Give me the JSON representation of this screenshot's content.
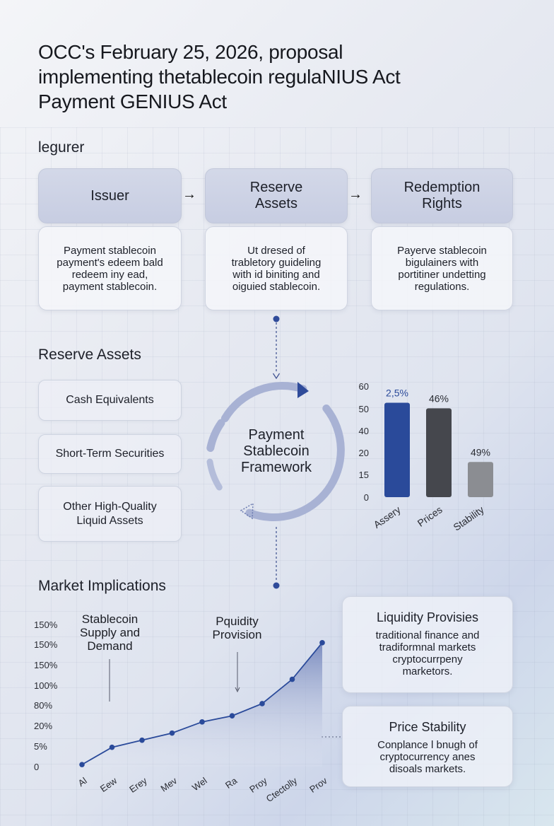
{
  "title_lines": [
    "OCC's February 25, 2026, proposal",
    "implementing thetablecoin regulaNIUS Act",
    "Payment GENIUS Act"
  ],
  "flow": {
    "label": "legurer",
    "headers": [
      {
        "lines": [
          "Issuer"
        ]
      },
      {
        "lines": [
          "Reserve",
          "Assets"
        ]
      },
      {
        "lines": [
          "Redemption",
          "Rights"
        ]
      }
    ],
    "descriptions": [
      {
        "lines": [
          "Payment stablecoin",
          "payment's edeem bald",
          "redeem iny ead,",
          "payment stablecoin."
        ]
      },
      {
        "lines": [
          "Ut dresed of",
          "trabletory guideling",
          "with id biniting and",
          "oiguied stablecoin."
        ]
      },
      {
        "lines": [
          "Payerve stablecoin",
          "bigulainers with",
          "portitiner undetting",
          "regulations."
        ]
      }
    ],
    "arrow_glyph": "→"
  },
  "reserve": {
    "label": "Reserve Assets",
    "items": [
      {
        "lines": [
          "Cash Equivalents"
        ]
      },
      {
        "lines": [
          "Short-Term Securities"
        ]
      },
      {
        "lines": [
          "Other High-Quality",
          "Liquid Assets"
        ]
      }
    ]
  },
  "framework": {
    "lines": [
      "Payment",
      "Stablecoin",
      "Framework"
    ],
    "colors": {
      "ring": "#a8b2d4",
      "arrowhead": "#2f4b9a"
    }
  },
  "market": {
    "label": "Market Implications",
    "annotations": [
      {
        "lines": [
          "Stablecoin",
          "Supply and",
          "Demand"
        ]
      },
      {
        "lines": [
          "Pquidity",
          "Provision"
        ]
      }
    ]
  },
  "info_boxes": [
    {
      "title": "Liquidity Provisies",
      "lines": [
        "traditional finance and",
        "tradiformnal markets",
        "cryptocurrpeny",
        "marketors."
      ]
    },
    {
      "title": "Price Stability",
      "lines": [
        "Conplance l bnugh of",
        "cryptocurrency anes",
        "disoals markets."
      ]
    }
  ],
  "chart_data": [
    {
      "type": "bar",
      "categories": [
        "Assery",
        "Prices",
        "Stability"
      ],
      "values": [
        51,
        48,
        19
      ],
      "data_labels": [
        "2,5%",
        "46%",
        "49%"
      ],
      "y_ticks": [
        "60",
        "50",
        "40",
        "20",
        "15",
        "0"
      ],
      "ylim": [
        0,
        60
      ],
      "colors": [
        "#2a4a9a",
        "#45474d",
        "#8b8d92"
      ]
    },
    {
      "type": "area",
      "categories": [
        "Al",
        "Eew",
        "Erey",
        "Mev",
        "Wel",
        "Ra",
        "Proy",
        "Ctectolly",
        "Prov"
      ],
      "values": [
        0.1,
        0.95,
        1.3,
        1.65,
        2.2,
        2.5,
        3.1,
        4.3,
        6.1
      ],
      "y_ticks": [
        "0",
        "5%",
        "20%",
        "80%",
        "100%",
        "150%",
        "150%",
        "150%"
      ],
      "ylim": [
        0,
        7
      ],
      "colors": {
        "line": "#2a4a9a",
        "fill_top": "#6c7fb8",
        "fill_bottom": "#e3e7f2"
      }
    }
  ]
}
